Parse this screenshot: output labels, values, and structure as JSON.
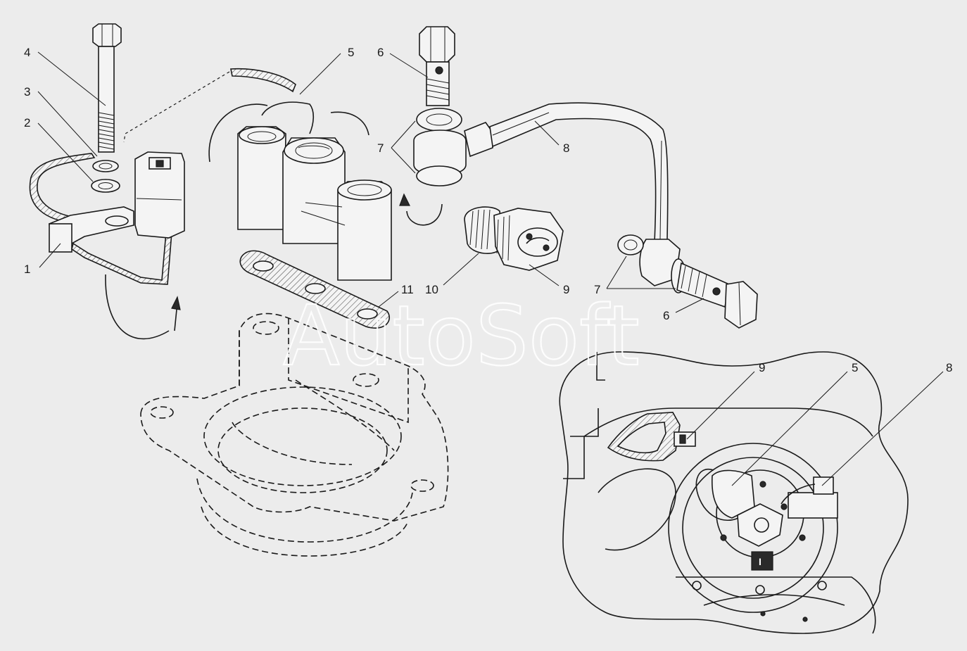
{
  "watermark": "AutoSoft",
  "callouts": {
    "c1": "1",
    "c2": "2",
    "c3": "3",
    "c4": "4",
    "c5a": "5",
    "c6a": "6",
    "c7a": "7",
    "c8a": "8",
    "c10": "10",
    "c9a": "9",
    "c11": "11",
    "c7b": "7",
    "c6b": "6",
    "c9b": "9",
    "c5b": "5",
    "c8b": "8"
  },
  "inset_marker": "I",
  "colors": {
    "background": "#ececec",
    "line": "#1a1a1a",
    "watermark": "#ffffff"
  }
}
